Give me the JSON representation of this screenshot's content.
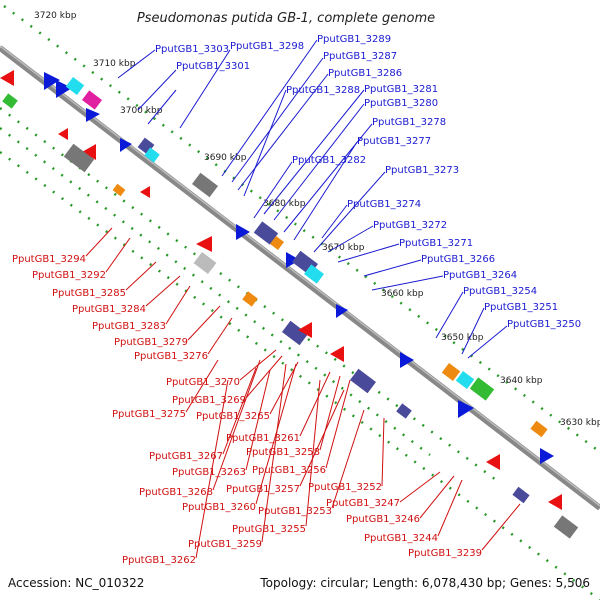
{
  "title": "Pseudomonas putida GB-1, complete genome",
  "footer": {
    "accession": "Accession: NC_010322",
    "topology": "Topology: circular; Length: 6,078,430 bp; Genes: 5,506"
  },
  "colors": {
    "backbone": "#888888",
    "forward_gene": "#0a1ad8",
    "reverse_gene": "#e81010",
    "forward_label": "#1a1ad0",
    "reverse_label": "#d01010",
    "tick_dots": "#2a9a2a",
    "cds_cyan": "#22ddee",
    "cds_navy": "#4a4a9a",
    "cds_gray": "#777777",
    "cds_green": "#33bb33",
    "cds_orange": "#ee8a10",
    "cds_magenta": "#e020a0"
  },
  "kbp_ticks": [
    "3720 kbp",
    "3710 kbp",
    "3700 kbp",
    "3690 kbp",
    "3680 kbp",
    "3670 kbp",
    "3660 kbp",
    "3650 kbp",
    "3640 kbp",
    "3630 kbp"
  ],
  "forward_labels": [
    "PputGB1_3303",
    "PputGB1_3298",
    "PputGB1_3301",
    "PputGB1_3289",
    "PputGB1_3287",
    "PputGB1_3286",
    "PputGB1_3288",
    "PputGB1_3281",
    "PputGB1_3280",
    "PputGB1_3278",
    "PputGB1_3277",
    "PputGB1_3282",
    "PputGB1_3273",
    "PputGB1_3274",
    "PputGB1_3272",
    "PputGB1_3271",
    "PputGB1_3266",
    "PputGB1_3264",
    "PputGB1_3254",
    "PputGB1_3251",
    "PputGB1_3250"
  ],
  "reverse_labels": [
    "PputGB1_3294",
    "PputGB1_3292",
    "PputGB1_3285",
    "PputGB1_3284",
    "PputGB1_3283",
    "PputGB1_3279",
    "PputGB1_3276",
    "PputGB1_3270",
    "PputGB1_3269",
    "PputGB1_3275",
    "PputGB1_3265",
    "PputGB1_3261",
    "PputGB1_3267",
    "PputGB1_3258",
    "PputGB1_3263",
    "PputGB1_3256",
    "PputGB1_3268",
    "PputGB1_3257",
    "PputGB1_3252",
    "PputGB1_3260",
    "PputGB1_3247",
    "PputGB1_3253",
    "PputGB1_3246",
    "PputGB1_3255",
    "PputGB1_3244",
    "PputGB1_3259",
    "PputGB1_3239",
    "PputGB1_3262"
  ]
}
